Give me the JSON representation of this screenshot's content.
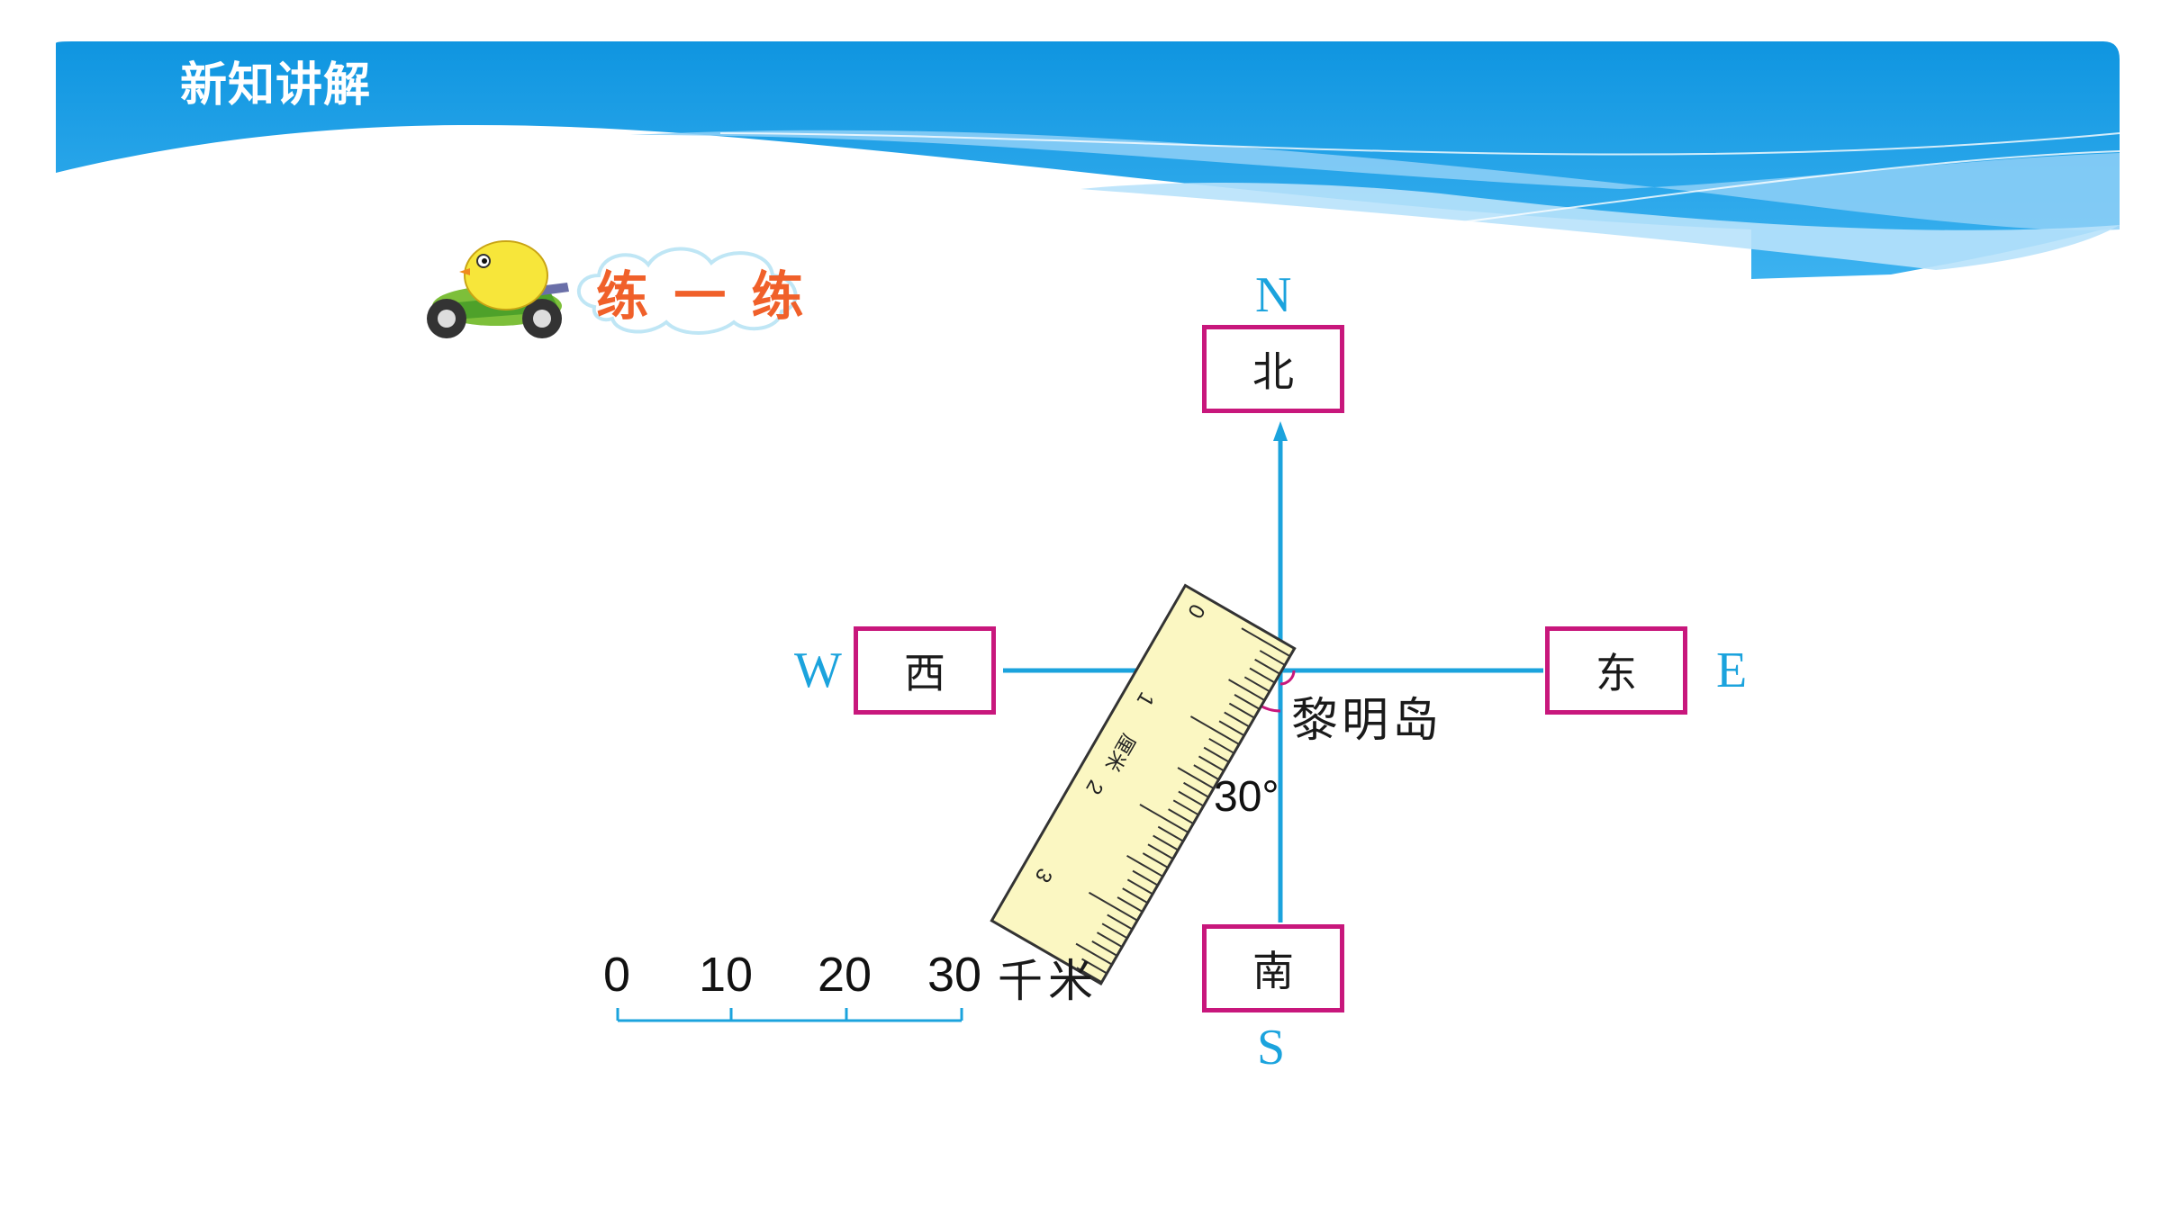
{
  "header": {
    "title": "新知讲解"
  },
  "practice": {
    "label": "练 一 练"
  },
  "compass": {
    "north": {
      "letter": "N",
      "label": "北"
    },
    "south": {
      "letter": "S",
      "label": "南"
    },
    "east": {
      "letter": "E",
      "label": "东"
    },
    "west": {
      "letter": "W",
      "label": "西"
    },
    "island": "黎明岛",
    "angle_label": "30°"
  },
  "ruler": {
    "ticks": [
      "0",
      "1",
      "2",
      "3"
    ],
    "unit": "厘米"
  },
  "scale_bar": {
    "values": [
      "0",
      "10",
      "20",
      "30"
    ],
    "unit": "千米"
  },
  "colors": {
    "header_blue": "#1a9ee4",
    "axis_blue": "#1ba3dd",
    "box_border": "#c8177c",
    "ruler_fill": "#fbf7c2",
    "practice_text": "#f0602a"
  }
}
